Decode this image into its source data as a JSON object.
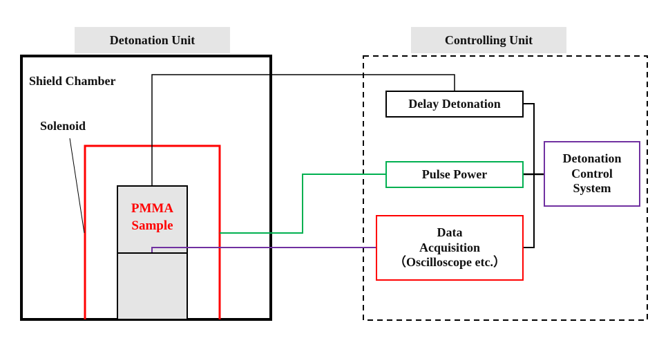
{
  "colors": {
    "frame": "#000000",
    "solenoid": "#ff0000",
    "sample_fill": "#e5e5e5",
    "header_fill": "#e5e5e5",
    "pulse_power": "#00b050",
    "data_acquisition": "#ff0000",
    "control_system": "#7030a0"
  },
  "detonation_unit": {
    "header": "Detonation Unit",
    "shield_chamber_label": "Shield Chamber",
    "solenoid_label": "Solenoid",
    "sample_line1": "PMMA",
    "sample_line2": "Sample"
  },
  "controlling_unit": {
    "header": "Controlling Unit",
    "delay_detonation": "Delay Detonation",
    "pulse_power": "Pulse Power",
    "data_acquisition": {
      "line1": "Data",
      "line2": "Acquisition",
      "line3": "（Oscilloscope etc.）"
    },
    "control_system": {
      "line1": "Detonation",
      "line2": "Control",
      "line3": "System"
    }
  }
}
